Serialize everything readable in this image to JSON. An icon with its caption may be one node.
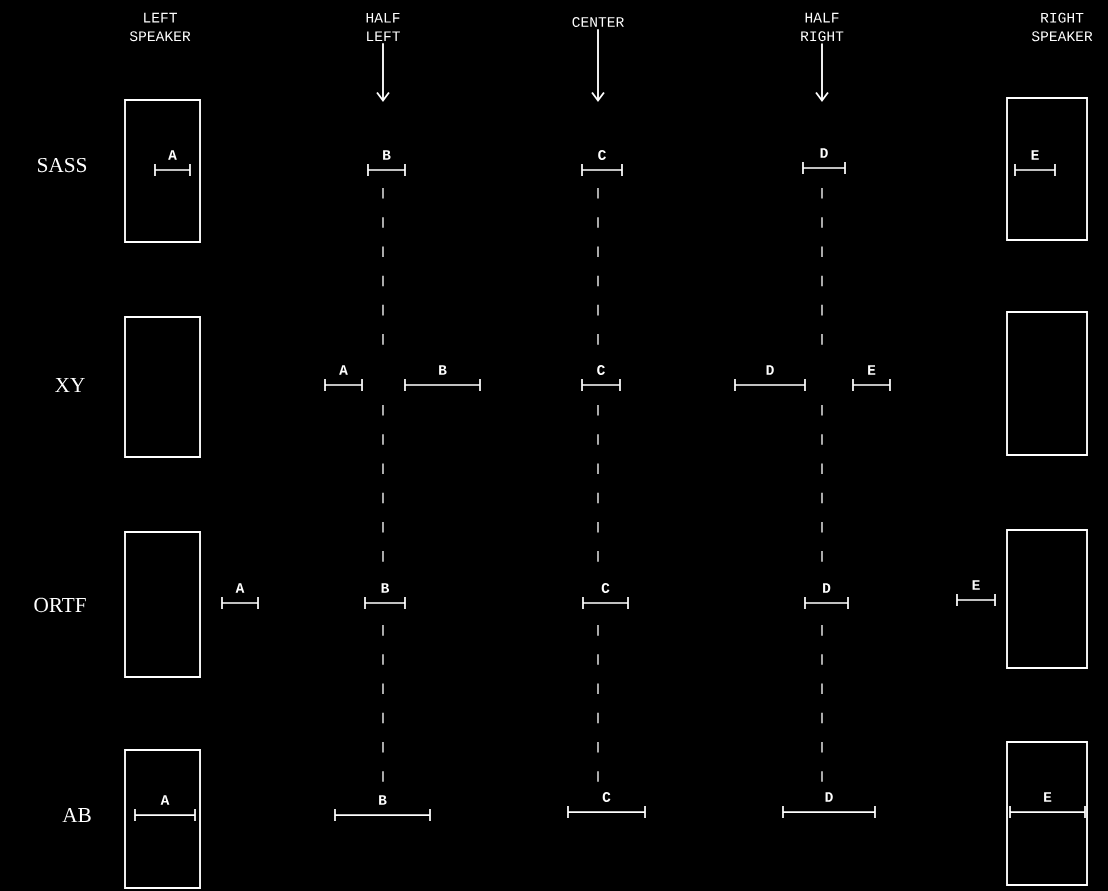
{
  "diagram": {
    "nodes": [
      {
        "text": [
          "HALF LEFT"
        ]
      },
      {
        "text": [
          "CENTER"
        ]
      },
      {
        "text": [
          "HALF RIGHT"
        ]
      },
      {
        "text": [],
        "shape": "box"
      },
      {
        "text": [],
        "shape": "box"
      },
      {
        "text": [],
        "shape": "box"
      },
      {
        "text": [],
        "shape": "box"
      },
      {
        "text": [],
        "shape": "box"
      },
      {
        "text": [],
        "shape": "box"
      },
      {
        "text": [],
        "shape": "box"
      },
      {
        "text": [],
        "shape": "box"
      }
    ],
    "edges": [
      {
        "from": 0,
        "to": null,
        "arrow": "to"
      },
      {
        "from": 1,
        "to": null,
        "arrow": "to"
      },
      {
        "from": 2,
        "to": null,
        "arrow": "to"
      }
    ],
    "labels": [
      "LEFT SPEAKER",
      "RIGHT SPEAKER",
      "SASS",
      "A",
      "B",
      "C",
      "D",
      "E",
      "XY",
      "A",
      "B",
      "C",
      "D",
      "E",
      "ORTF",
      "A",
      "B",
      "C",
      "D",
      "E",
      "AB",
      "A",
      "B",
      "C",
      "D",
      "E"
    ]
  }
}
